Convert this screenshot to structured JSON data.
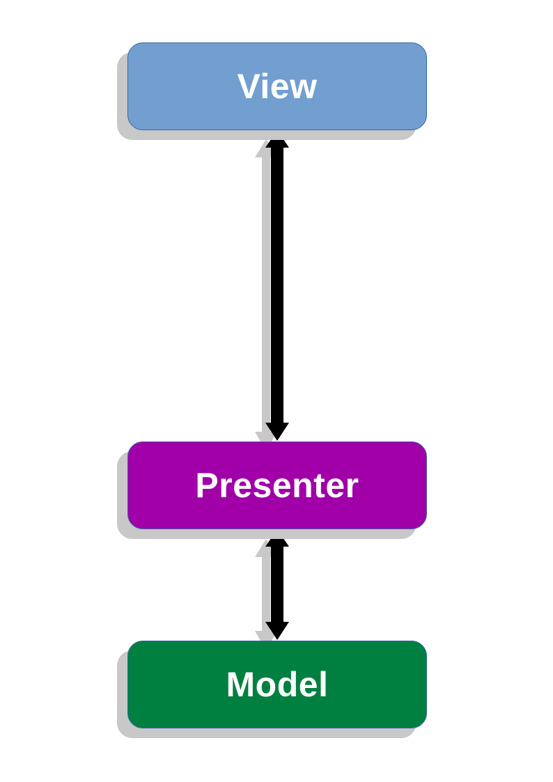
{
  "diagram": {
    "nodes": {
      "view": {
        "label": "View",
        "color": "#729fcf"
      },
      "presenter": {
        "label": "Presenter",
        "color": "#a100a8"
      },
      "model": {
        "label": "Model",
        "color": "#008040"
      }
    },
    "edges": [
      {
        "from": "view",
        "to": "presenter",
        "direction": "bidirectional"
      },
      {
        "from": "presenter",
        "to": "model",
        "direction": "bidirectional"
      }
    ],
    "shadow_color": "#c8c8c8",
    "arrow_color": "#000000"
  }
}
